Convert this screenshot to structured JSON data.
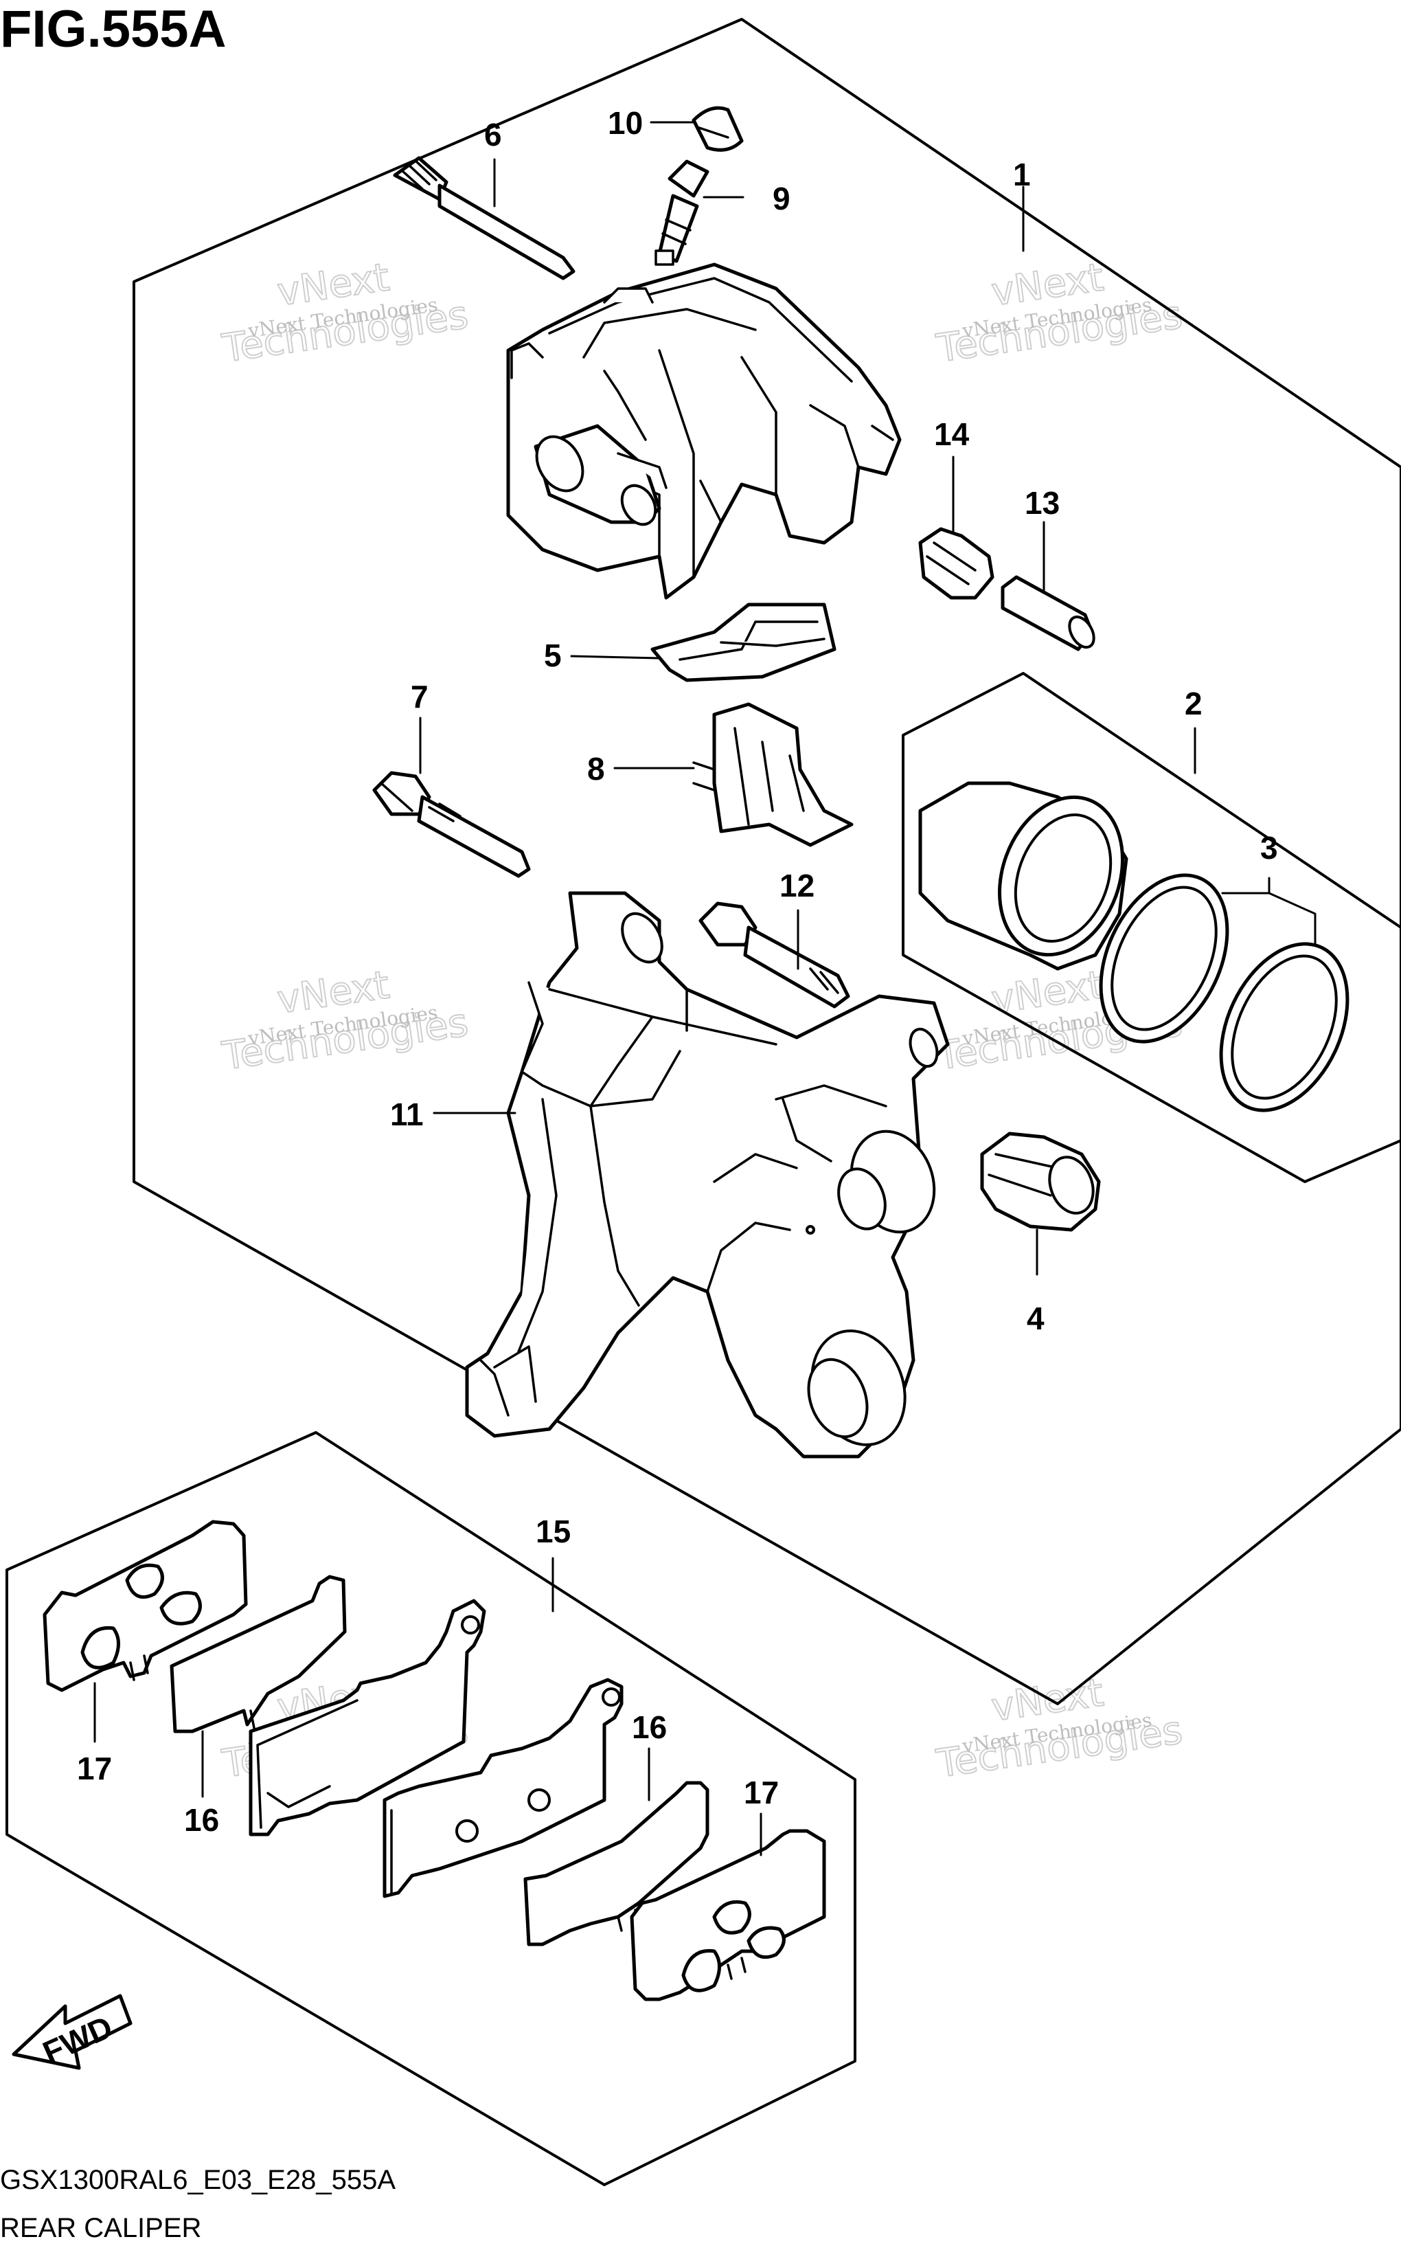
{
  "figure": {
    "title": "FIG.555A",
    "code": "GSX1300RAL6_E03_E28_555A",
    "name": "REAR CALIPER"
  },
  "callouts": [
    {
      "id": "1",
      "label": "1"
    },
    {
      "id": "2",
      "label": "2"
    },
    {
      "id": "3",
      "label": "3"
    },
    {
      "id": "4",
      "label": "4"
    },
    {
      "id": "5",
      "label": "5"
    },
    {
      "id": "6",
      "label": "6"
    },
    {
      "id": "7",
      "label": "7"
    },
    {
      "id": "8",
      "label": "8"
    },
    {
      "id": "9",
      "label": "9"
    },
    {
      "id": "10",
      "label": "10"
    },
    {
      "id": "11",
      "label": "11"
    },
    {
      "id": "12",
      "label": "12"
    },
    {
      "id": "13",
      "label": "13"
    },
    {
      "id": "14",
      "label": "14"
    },
    {
      "id": "15",
      "label": "15"
    },
    {
      "id": "16a",
      "label": "16"
    },
    {
      "id": "16b",
      "label": "16"
    },
    {
      "id": "17a",
      "label": "17"
    },
    {
      "id": "17b",
      "label": "17"
    }
  ],
  "direction_arrow": {
    "label": "FWD"
  },
  "watermark": {
    "line1": "vNext Technologies",
    "line2": "vNext",
    "line3": "Technologies"
  }
}
